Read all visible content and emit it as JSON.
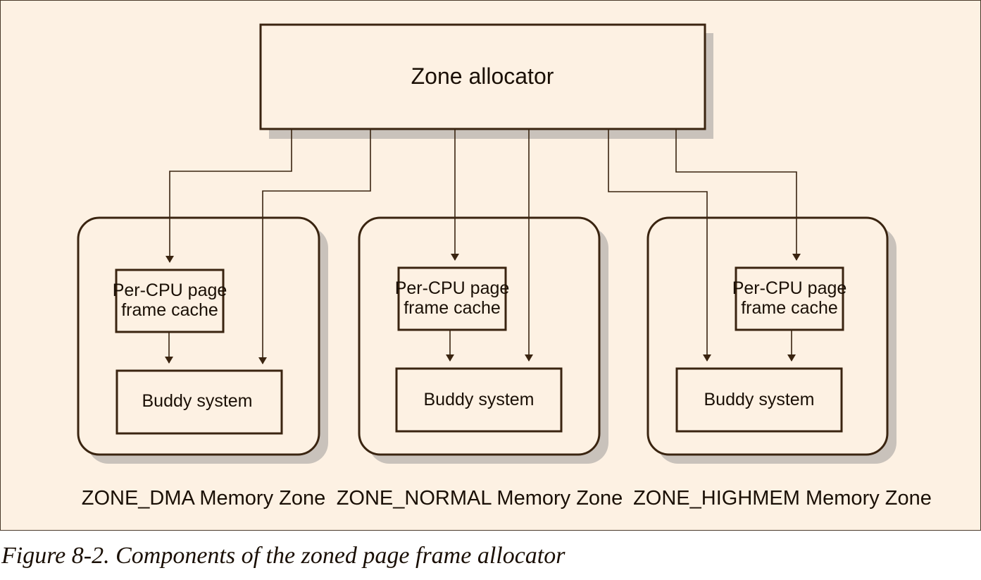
{
  "diagram": {
    "zone_allocator_label": "Zone allocator",
    "zones": [
      {
        "name": "ZONE_DMA Memory Zone",
        "cache_line1": "Per-CPU page",
        "cache_line2": "frame cache",
        "buddy_label": "Buddy system"
      },
      {
        "name": "ZONE_NORMAL Memory Zone",
        "cache_line1": "Per-CPU page",
        "cache_line2": "frame cache",
        "buddy_label": "Buddy system"
      },
      {
        "name": "ZONE_HIGHMEM Memory Zone",
        "cache_line1": "Per-CPU page",
        "cache_line2": "frame cache",
        "buddy_label": "Buddy system"
      }
    ]
  },
  "caption": "Figure 8-2. Components of the zoned page frame allocator",
  "colors": {
    "background": "#fdf1e3",
    "stroke": "#3a2410",
    "shadow": "#c9c2bb"
  }
}
